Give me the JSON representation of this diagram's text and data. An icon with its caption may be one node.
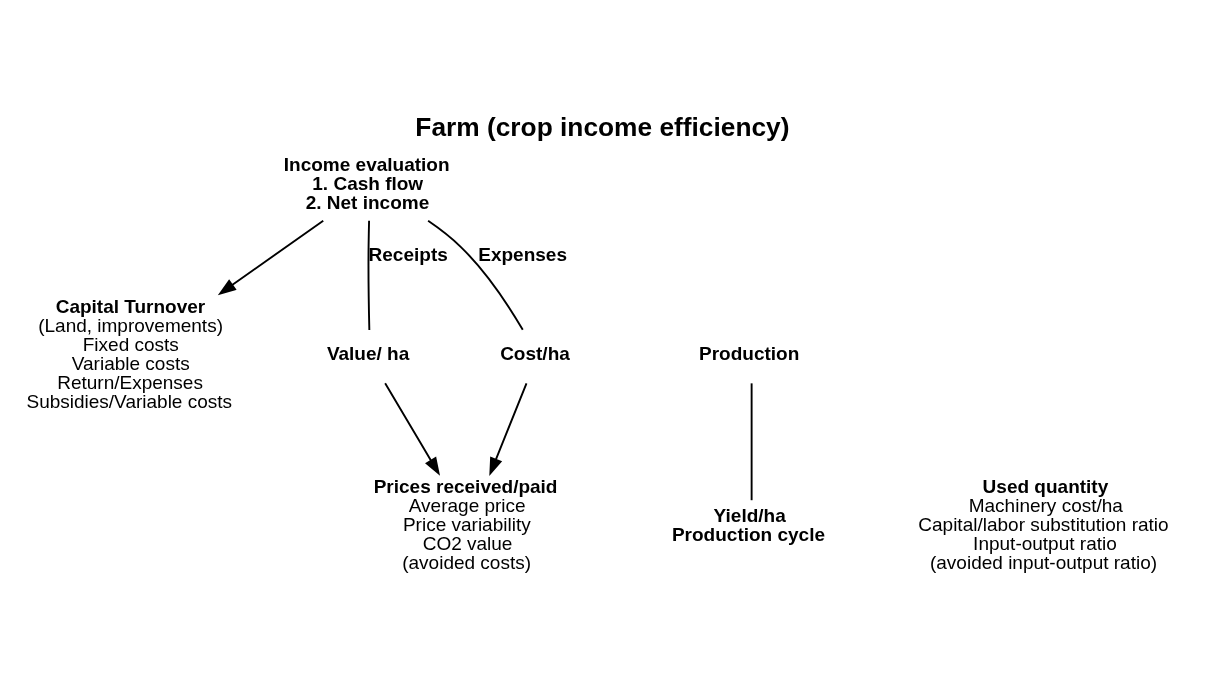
{
  "diagram": {
    "title": "Farm (crop income efficiency)",
    "nodes": [
      {
        "text": [
          "Income evaluation",
          "1. Cash flow",
          "2. Net income"
        ]
      },
      {
        "text": [
          "Capital Turnover",
          "(Land, improvements)",
          "Fixed costs",
          "Variable costs",
          "Return/Expenses",
          "Subsidies/Variable costs"
        ]
      },
      {
        "text": [
          "Production"
        ]
      },
      {
        "text": [
          "Value/ ha"
        ]
      },
      {
        "text": [
          "Cost/ha"
        ]
      },
      {
        "text": [
          "Yield/ha",
          "Production cycle"
        ]
      },
      {
        "text": [
          "Prices received/paid",
          "Average price",
          "Price variability",
          "CO2 value",
          "(avoided costs)"
        ]
      },
      {
        "text": [
          "Used quantity",
          "Machinery cost/ha",
          "Capital/labor substitution ratio",
          "Input-output ratio",
          "(avoided input-output ratio)"
        ]
      }
    ],
    "edges": [
      {
        "from": 0,
        "to": 3,
        "arrow": "none",
        "label": "Receipts"
      },
      {
        "from": 0,
        "to": 1,
        "arrow": "to"
      },
      {
        "from": 0,
        "to": 4,
        "arrow": "none",
        "label": "Expenses"
      },
      {
        "from": 2,
        "to": 5,
        "arrow": "none"
      },
      {
        "from": 3,
        "to": 6,
        "arrow": "to"
      },
      {
        "from": 4,
        "to": 6,
        "arrow": "to"
      }
    ]
  }
}
